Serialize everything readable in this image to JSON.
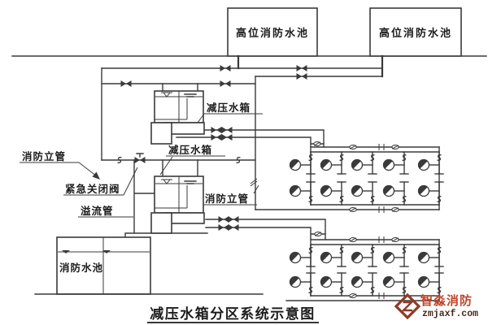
{
  "diagram": {
    "top_tanks": {
      "left": "高位消防水池",
      "right": "高位消防水池"
    },
    "labels": {
      "reduce_tank_upper": "减压水箱",
      "reduce_tank_lower": "减压水箱",
      "standpipe_left": "消防立管",
      "standpipe_right": "消防立管",
      "emergency_valve": "紧急关闭阀",
      "overflow_pipe": "溢流管",
      "fire_pool": "消防水池"
    },
    "title": "减压水箱分区系统示意图"
  },
  "watermark": {
    "brand": "智淼消防",
    "site": "zmjaxf.com"
  },
  "colors": {
    "line": "#3a3a3a",
    "text": "#1c1c1c",
    "watermark_red": "#c2452a",
    "watermark_logo": "#8d3a26",
    "watermark_dark": "#45291b",
    "background": "#ffffff"
  },
  "icons": {
    "gate-valve": "⋈",
    "check-valve": "⊘",
    "stop-valve": "S",
    "hydrant": "◑",
    "water-level": "∇"
  }
}
